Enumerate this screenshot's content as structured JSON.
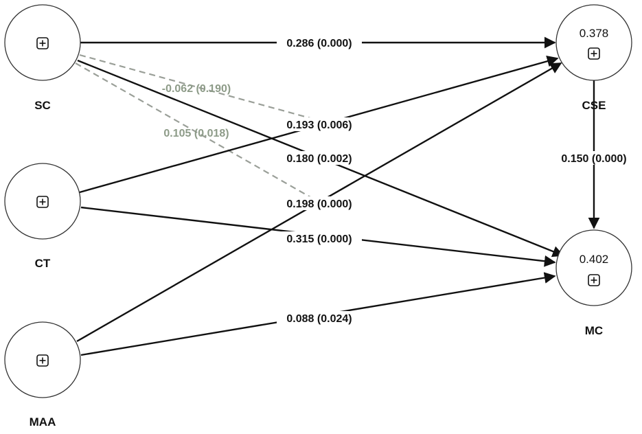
{
  "nodes": {
    "sc": {
      "label": "SC",
      "r2": ""
    },
    "ct": {
      "label": "CT",
      "r2": ""
    },
    "maa": {
      "label": "MAA",
      "r2": ""
    },
    "cse": {
      "label": "CSE",
      "r2": "0.378"
    },
    "mc": {
      "label": "MC",
      "r2": "0.402"
    }
  },
  "paths": {
    "sc_cse": {
      "label": "0.286 (0.000)",
      "significant": true
    },
    "sc_mc": {
      "label": "0.180 (0.002)",
      "significant": true
    },
    "sc_ct_dashed_a": {
      "label": "-0.062 (0.190)",
      "significant": false
    },
    "sc_ct_dashed_b": {
      "label": "0.105 (0.018)",
      "significant": false
    },
    "ct_cse": {
      "label": "0.193 (0.006)",
      "significant": true
    },
    "ct_mc": {
      "label": "0.315 (0.000)",
      "significant": true
    },
    "maa_cse": {
      "label": "0.198 (0.000)",
      "significant": true
    },
    "maa_mc": {
      "label": "0.088 (0.024)",
      "significant": true
    },
    "cse_mc": {
      "label": "0.150 (0.000)",
      "significant": true
    }
  },
  "colors": {
    "solid_edge": "#111111",
    "dashed_edge": "#9a9f98",
    "dashed_label": "#8d9b88"
  },
  "icons": {
    "node_toggle": "plus-box-icon"
  }
}
